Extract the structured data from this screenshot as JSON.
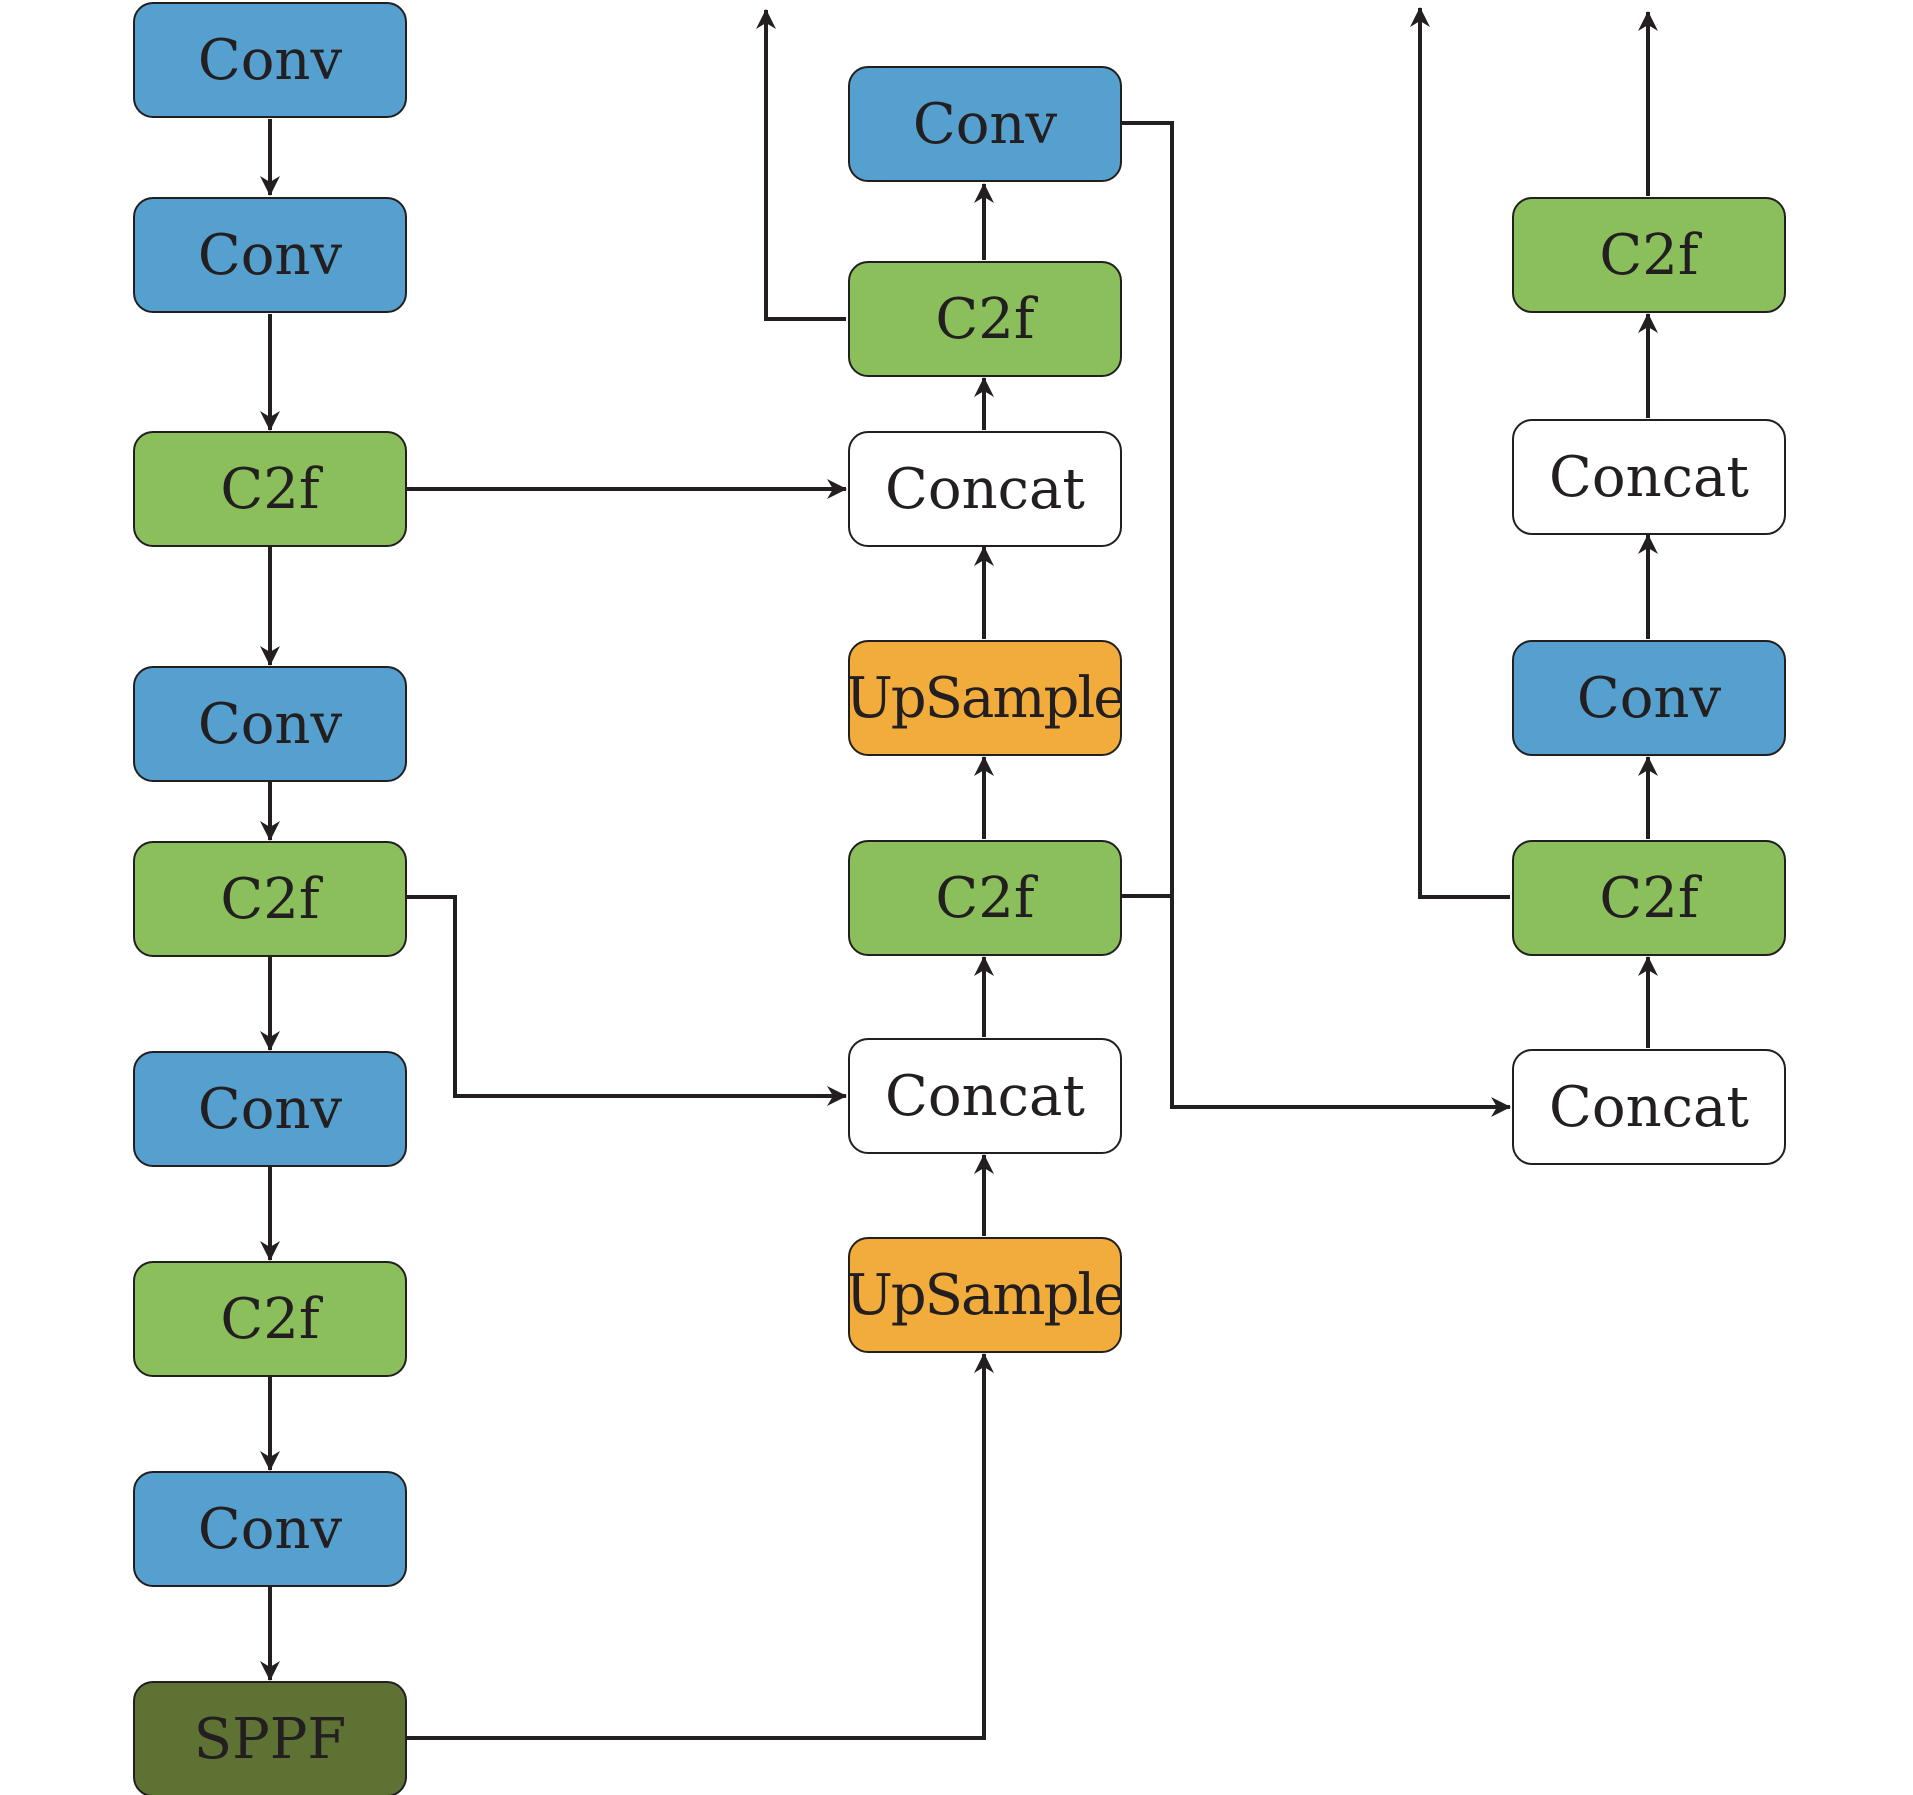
{
  "colors": {
    "conv": "#55a0cf",
    "c2f": "#8bbf5c",
    "concat": "#ffffff",
    "upsample": "#f2ac3c",
    "sppf": "#5e7234",
    "line": "#231f20"
  },
  "backbone": {
    "conv_1": "Conv",
    "conv_2": "Conv",
    "c2f_1": "C2f",
    "conv_3": "Conv",
    "c2f_2": "C2f",
    "conv_4": "Conv",
    "c2f_3": "C2f",
    "conv_5": "Conv",
    "sppf": "SPPF"
  },
  "neck": {
    "conv_top": "Conv",
    "c2f_top": "C2f",
    "concat_upper": "Concat",
    "upsample_upper": "UpSample",
    "c2f_mid": "C2f",
    "concat_lower": "Concat",
    "upsample_lower": "UpSample"
  },
  "head": {
    "c2f_top": "C2f",
    "concat_upper": "Concat",
    "conv": "Conv",
    "c2f_mid": "C2f",
    "concat_lower": "Concat"
  }
}
